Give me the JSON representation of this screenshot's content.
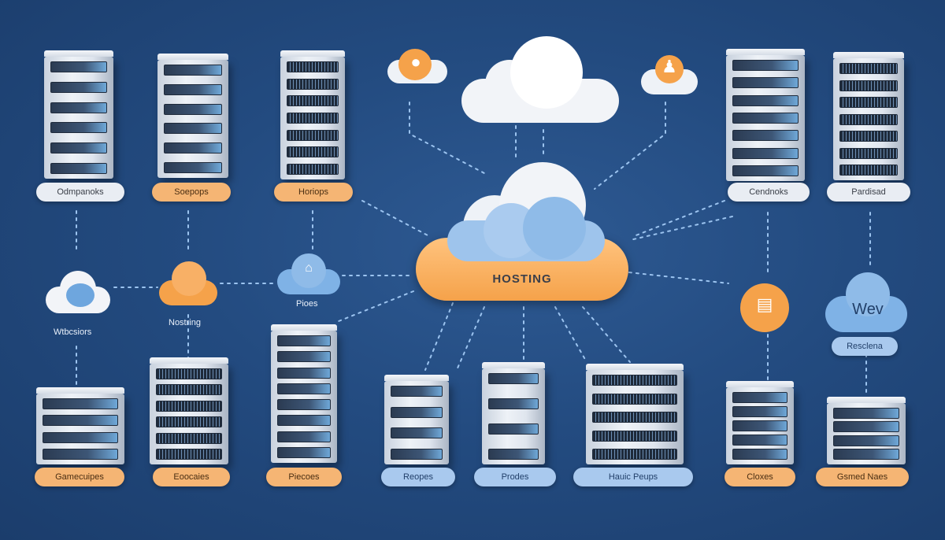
{
  "central": {
    "label": "HOSTING"
  },
  "top_labels": [
    "Odmpanoks",
    "Soepops",
    "Horiops",
    "Cendnoks",
    "Pardisad"
  ],
  "middle_labels": {
    "left_cloud": "Wtbcsiors",
    "orange_cloud": "Nostring",
    "blue_cloud": "Pioes",
    "right_cloud_text": "Wev",
    "right_cloud_label": "Resclena"
  },
  "bottom_labels": [
    "Gamecuipes",
    "Eoocaies",
    "Piecoes",
    "Reopes",
    "Prodes",
    "Hauic Peups",
    "Cloxes",
    "Gsmed Naes"
  ],
  "colors": {
    "background": "#234b80",
    "orange": "#f5a24a",
    "cloud_blue": "#8fbbe8",
    "cloud_white": "#f2f4f8"
  },
  "icons": [
    "server-icon",
    "cloud-icon",
    "hosting-cloud-icon",
    "rocket-icon",
    "shield-icon",
    "web-icon"
  ]
}
